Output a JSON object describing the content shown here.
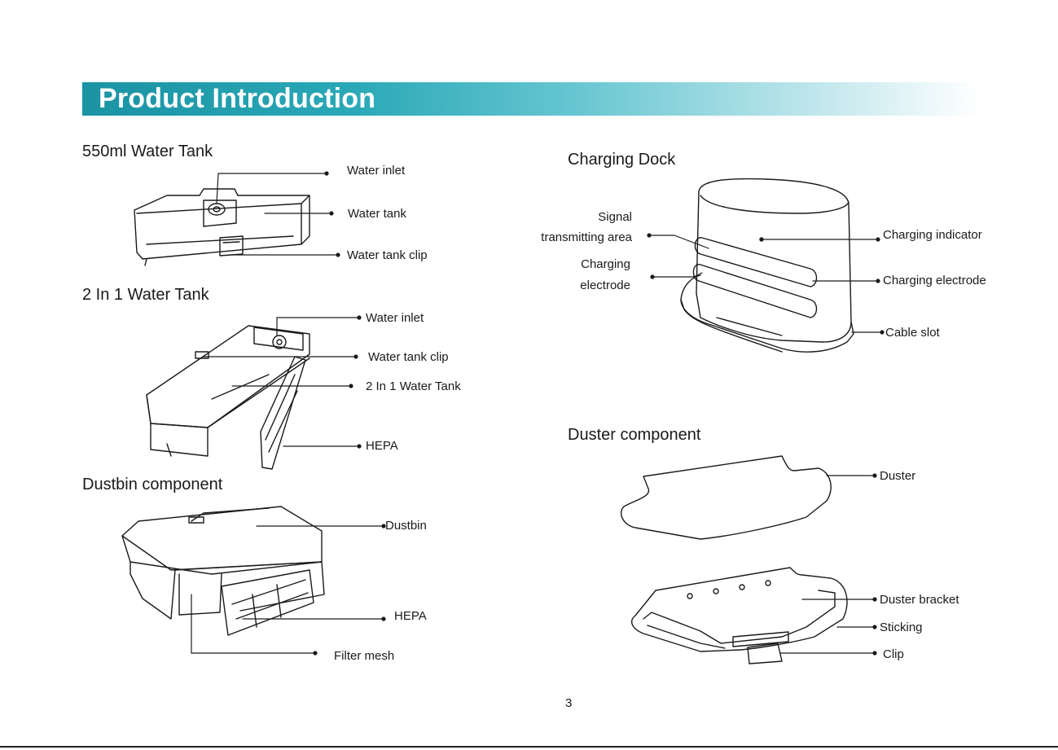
{
  "page": {
    "title": "Product Introduction",
    "page_number": "3"
  },
  "colors": {
    "title_bar": "#1a93a3",
    "line": "#1a1a1a"
  },
  "sections": {
    "water_tank_550": {
      "heading": "550ml Water Tank",
      "labels": {
        "inlet": "Water inlet",
        "tank": "Water tank",
        "clip": "Water tank clip"
      }
    },
    "water_tank_2in1": {
      "heading": "2 In 1 Water Tank",
      "labels": {
        "inlet": "Water inlet",
        "clip": "Water tank clip",
        "tank": "2 In 1 Water Tank",
        "hepa": "HEPA"
      }
    },
    "dustbin": {
      "heading": "Dustbin component",
      "labels": {
        "dustbin": "Dustbin",
        "hepa": "HEPA",
        "filter": "Filter mesh"
      }
    },
    "charging_dock": {
      "heading": "Charging Dock",
      "labels": {
        "signal_1": "Signal",
        "signal_2": "transmitting area",
        "electrode_left_1": "Charging",
        "electrode_left_2": "electrode",
        "indicator": "Charging indicator",
        "electrode_right": "Charging electrode",
        "cable": "Cable slot"
      }
    },
    "duster": {
      "heading": "Duster component",
      "labels": {
        "duster": "Duster",
        "bracket": "Duster bracket",
        "sticking": "Sticking",
        "clip": "Clip"
      }
    }
  }
}
